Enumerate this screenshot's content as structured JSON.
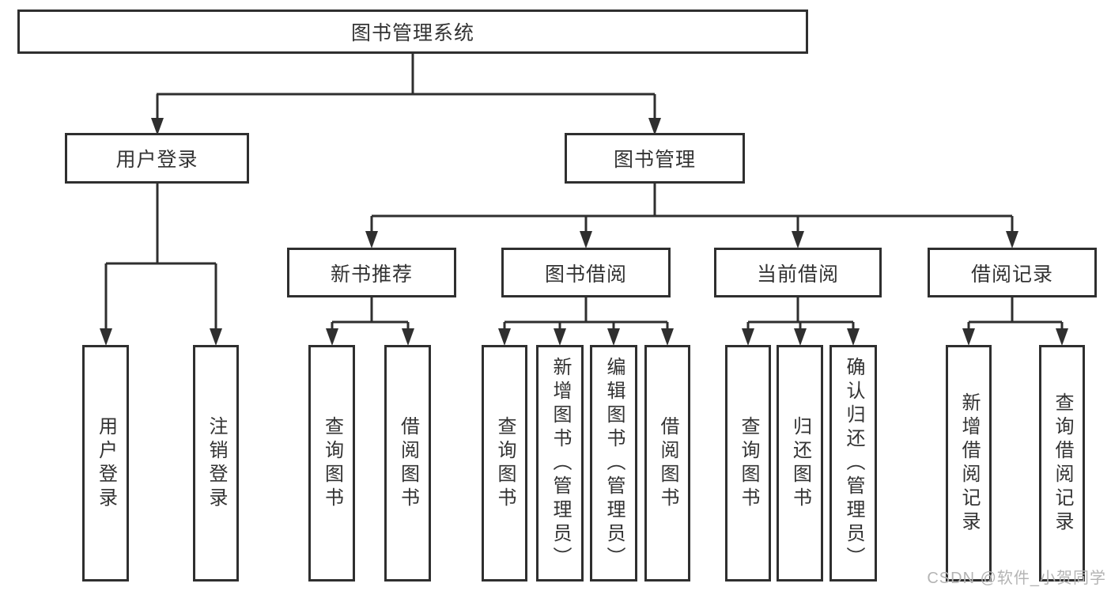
{
  "diagram": {
    "root": {
      "label": "图书管理系统"
    },
    "branches": [
      {
        "label": "用户登录",
        "children": [
          {
            "label": "用户登录"
          },
          {
            "label": "注销登录"
          }
        ]
      },
      {
        "label": "图书管理",
        "children": [
          {
            "label": "新书推荐",
            "children": [
              {
                "label": "查询图书"
              },
              {
                "label": "借阅图书"
              }
            ]
          },
          {
            "label": "图书借阅",
            "children": [
              {
                "label": "查询图书"
              },
              {
                "label": "新增图书（管理员）"
              },
              {
                "label": "编辑图书（管理员）"
              },
              {
                "label": "借阅图书"
              }
            ]
          },
          {
            "label": "当前借阅",
            "children": [
              {
                "label": "查询图书"
              },
              {
                "label": "归还图书"
              },
              {
                "label": "确认归还（管理员）"
              }
            ]
          },
          {
            "label": "借阅记录",
            "children": [
              {
                "label": "新增借阅记录"
              },
              {
                "label": "查询借阅记录"
              }
            ]
          }
        ]
      }
    ],
    "watermark": "CSDN @软件_小贺同学",
    "colors": {
      "line": "#2f2f2f",
      "text": "#333333",
      "watermark": "#b4b4b4",
      "background": "#ffffff"
    }
  }
}
